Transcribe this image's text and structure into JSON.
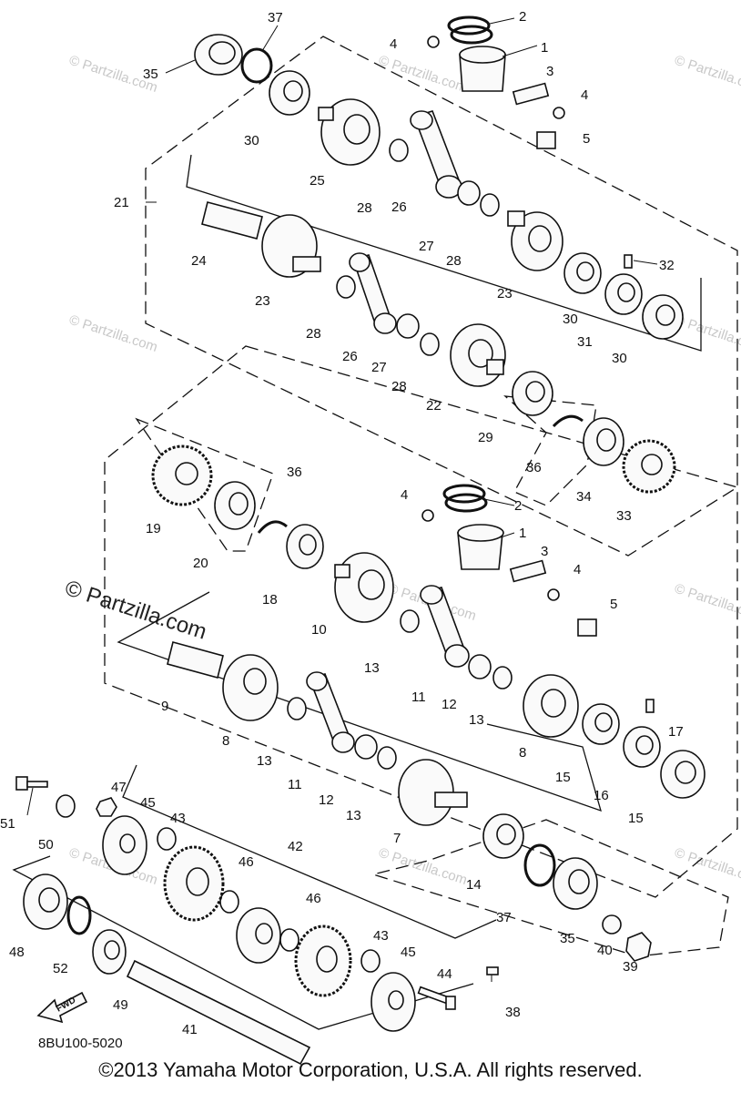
{
  "diagram": {
    "code": "8BU100-5020",
    "copyright": "©2013  Yamaha Motor Corporation, U.S.A. All rights reserved.",
    "watermark": "© Partzilla.com",
    "arrow_label": "FWD",
    "callouts": [
      {
        "id": "c35",
        "label": "35"
      },
      {
        "id": "c37",
        "label": "37"
      },
      {
        "id": "c30a",
        "label": "30"
      },
      {
        "id": "c25",
        "label": "25"
      },
      {
        "id": "c4a",
        "label": "4"
      },
      {
        "id": "c2a",
        "label": "2"
      },
      {
        "id": "c1a",
        "label": "1"
      },
      {
        "id": "c3a",
        "label": "3"
      },
      {
        "id": "c4b",
        "label": "4"
      },
      {
        "id": "c5a",
        "label": "5"
      },
      {
        "id": "c21",
        "label": "21"
      },
      {
        "id": "c28a",
        "label": "28"
      },
      {
        "id": "c26a",
        "label": "26"
      },
      {
        "id": "c27a",
        "label": "27"
      },
      {
        "id": "c28b",
        "label": "28"
      },
      {
        "id": "c24",
        "label": "24"
      },
      {
        "id": "c23a",
        "label": "23"
      },
      {
        "id": "c23b",
        "label": "23"
      },
      {
        "id": "c32",
        "label": "32"
      },
      {
        "id": "c30b",
        "label": "30"
      },
      {
        "id": "c31",
        "label": "31"
      },
      {
        "id": "c30c",
        "label": "30"
      },
      {
        "id": "c28c",
        "label": "28"
      },
      {
        "id": "c26b",
        "label": "26"
      },
      {
        "id": "c27b",
        "label": "27"
      },
      {
        "id": "c28d",
        "label": "28"
      },
      {
        "id": "c22",
        "label": "22"
      },
      {
        "id": "c29",
        "label": "29"
      },
      {
        "id": "c36a",
        "label": "36"
      },
      {
        "id": "c34",
        "label": "34"
      },
      {
        "id": "c33",
        "label": "33"
      },
      {
        "id": "c19",
        "label": "19"
      },
      {
        "id": "c20",
        "label": "20"
      },
      {
        "id": "c36b",
        "label": "36"
      },
      {
        "id": "c4c",
        "label": "4"
      },
      {
        "id": "c2b",
        "label": "2"
      },
      {
        "id": "c1b",
        "label": "1"
      },
      {
        "id": "c3b",
        "label": "3"
      },
      {
        "id": "c4d",
        "label": "4"
      },
      {
        "id": "c18",
        "label": "18"
      },
      {
        "id": "c10",
        "label": "10"
      },
      {
        "id": "c5b",
        "label": "5"
      },
      {
        "id": "c13a",
        "label": "13"
      },
      {
        "id": "c9",
        "label": "9"
      },
      {
        "id": "c11a",
        "label": "11"
      },
      {
        "id": "c12a",
        "label": "12"
      },
      {
        "id": "c13b",
        "label": "13"
      },
      {
        "id": "c8a",
        "label": "8"
      },
      {
        "id": "c8b",
        "label": "8"
      },
      {
        "id": "c17",
        "label": "17"
      },
      {
        "id": "c13c",
        "label": "13"
      },
      {
        "id": "c15a",
        "label": "15"
      },
      {
        "id": "c16",
        "label": "16"
      },
      {
        "id": "c11b",
        "label": "11"
      },
      {
        "id": "c12b",
        "label": "12"
      },
      {
        "id": "c13d",
        "label": "13"
      },
      {
        "id": "c15b",
        "label": "15"
      },
      {
        "id": "c51",
        "label": "51"
      },
      {
        "id": "c47",
        "label": "47"
      },
      {
        "id": "c45a",
        "label": "45"
      },
      {
        "id": "c43a",
        "label": "43"
      },
      {
        "id": "c7",
        "label": "7"
      },
      {
        "id": "c50",
        "label": "50"
      },
      {
        "id": "c46a",
        "label": "46"
      },
      {
        "id": "c42",
        "label": "42"
      },
      {
        "id": "c46b",
        "label": "46"
      },
      {
        "id": "c14",
        "label": "14"
      },
      {
        "id": "c37b",
        "label": "37"
      },
      {
        "id": "c35b",
        "label": "35"
      },
      {
        "id": "c40",
        "label": "40"
      },
      {
        "id": "c39",
        "label": "39"
      },
      {
        "id": "c48",
        "label": "48"
      },
      {
        "id": "c52",
        "label": "52"
      },
      {
        "id": "c49",
        "label": "49"
      },
      {
        "id": "c43b",
        "label": "43"
      },
      {
        "id": "c45b",
        "label": "45"
      },
      {
        "id": "c44",
        "label": "44"
      },
      {
        "id": "c38",
        "label": "38"
      },
      {
        "id": "c41",
        "label": "41"
      }
    ]
  }
}
